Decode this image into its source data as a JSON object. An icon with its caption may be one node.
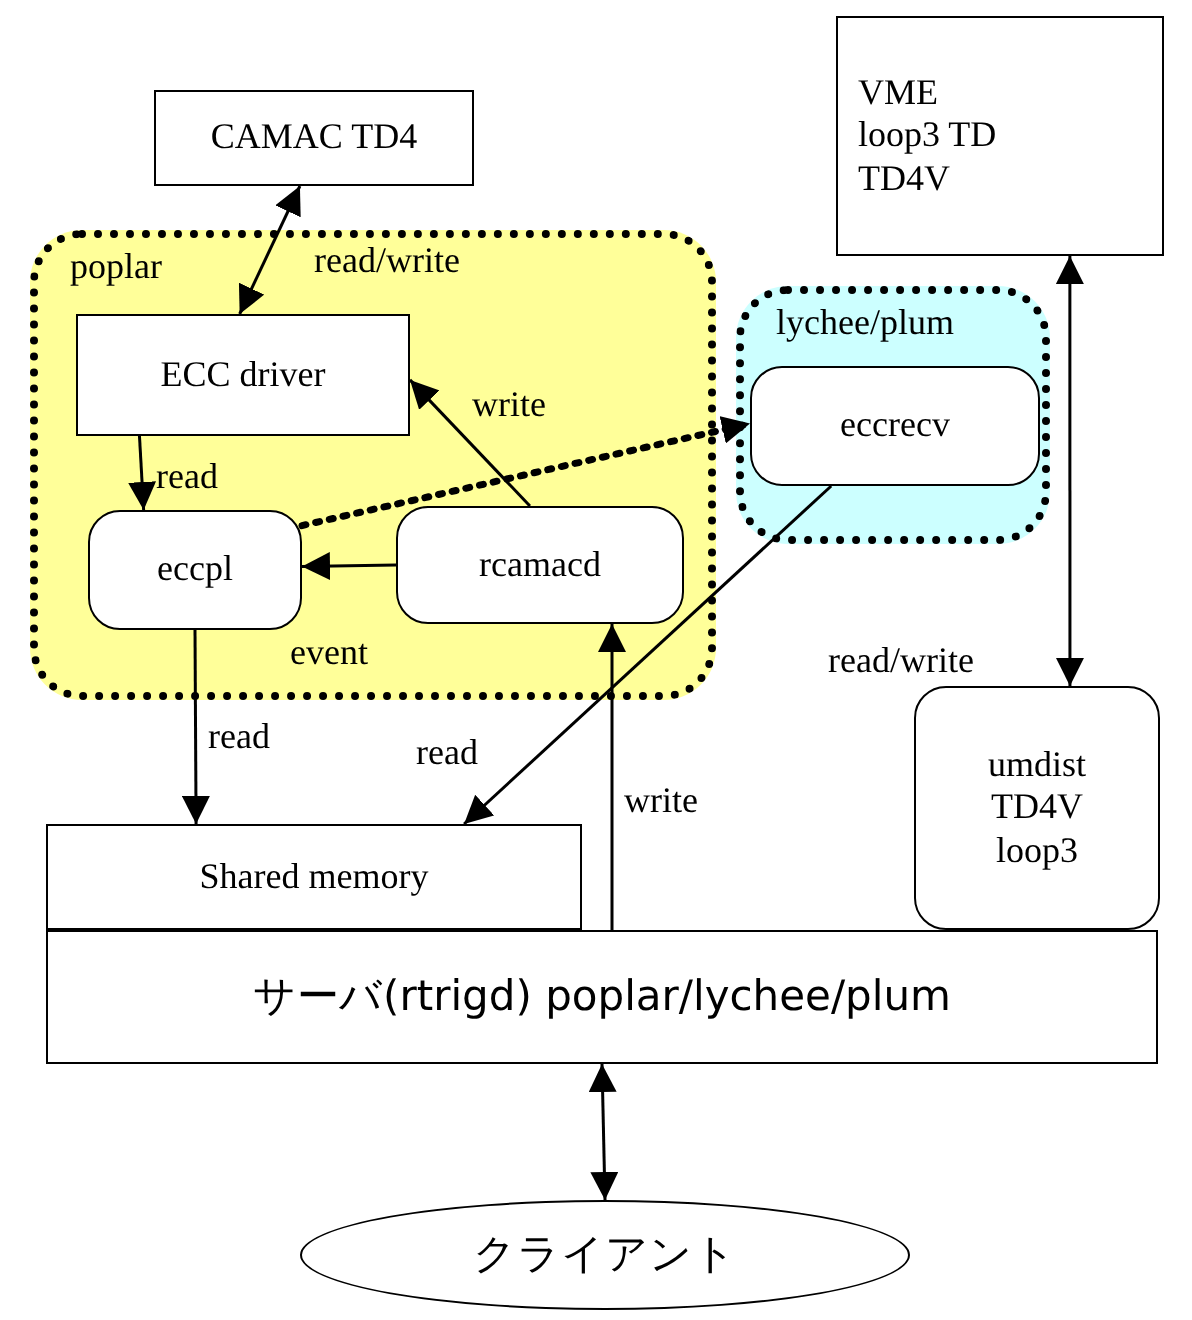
{
  "diagram": {
    "nodes": [
      {
        "text": [
          "CAMAC TD4"
        ]
      },
      {
        "text": [
          "VME",
          "loop3 TD",
          "TD4V"
        ]
      },
      {
        "text": [
          "poplar"
        ]
      },
      {
        "text": [
          "ECC driver"
        ],
        "in": 2
      },
      {
        "text": [
          "eccpl"
        ],
        "in": 2
      },
      {
        "text": [
          "rcamacd"
        ],
        "in": 2
      },
      {
        "text": [
          "lychee/plum"
        ]
      },
      {
        "text": [
          "eccrecv"
        ],
        "in": 6
      },
      {
        "text": [
          "umdist",
          "TD4V",
          "loop3"
        ]
      },
      {
        "text": [
          "Shared memory"
        ]
      },
      {
        "text": [
          "サーバ(rtrigd) poplar/lychee/plum"
        ]
      },
      {
        "text": [
          "クライアント"
        ]
      }
    ],
    "edges": [
      {
        "from": 0,
        "to": 3,
        "arrow": "both",
        "label": "read/write"
      },
      {
        "from": 3,
        "to": 4,
        "arrow": "to",
        "label": "read"
      },
      {
        "from": 5,
        "to": 3,
        "arrow": "to",
        "label": "write"
      },
      {
        "from": 5,
        "to": 4,
        "arrow": "to",
        "label": "event"
      },
      {
        "from": 4,
        "to": 7,
        "arrow": "to",
        "style": "dashed"
      },
      {
        "from": 7,
        "to": 9,
        "arrow": "to",
        "label": "read"
      },
      {
        "from": 10,
        "to": 5,
        "arrow": "to",
        "label": "write"
      },
      {
        "from": 4,
        "to": 9,
        "arrow": "to",
        "label": "read"
      },
      {
        "from": 1,
        "to": 8,
        "arrow": "both",
        "label": "read/write"
      },
      {
        "from": 10,
        "to": 11,
        "arrow": "both"
      }
    ]
  }
}
